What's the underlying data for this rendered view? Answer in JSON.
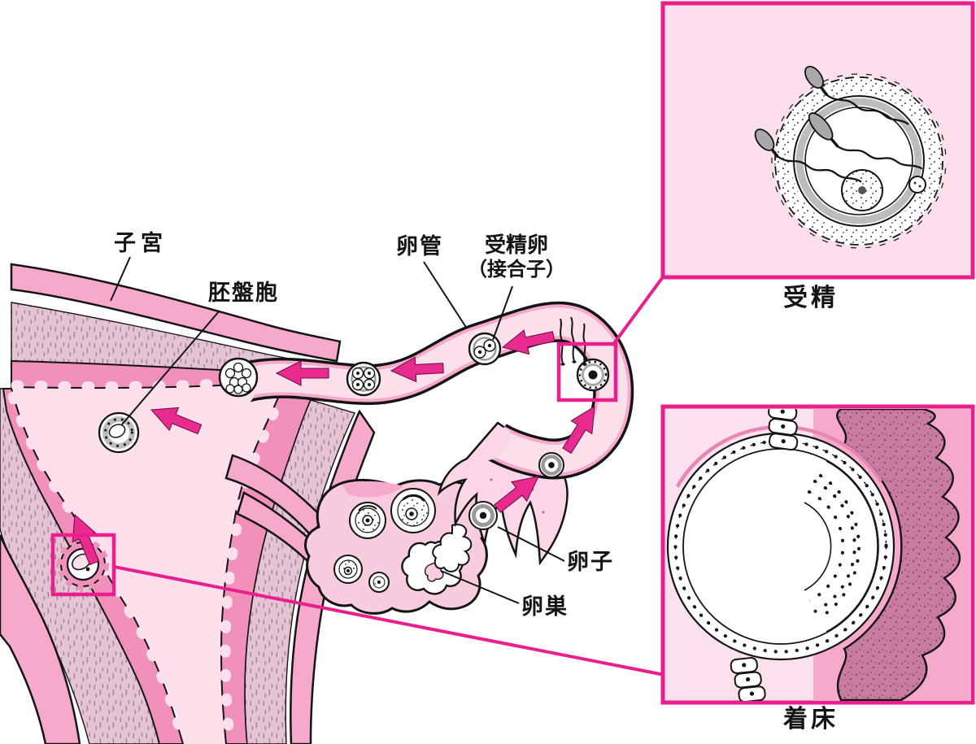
{
  "figure": {
    "language": "ja",
    "labels": {
      "uterus": "子宮",
      "blastocyst": "胚盤胞",
      "oviduct": "卵管",
      "fertilized_egg": "受精卵",
      "zygote_paren": "（接合子）",
      "ovum": "卵子",
      "ovary": "卵巣"
    },
    "inset_titles": {
      "fertilization": "受精",
      "implantation": "着床"
    },
    "colors": {
      "accent_magenta": "#EA1E8C",
      "arrow_magenta": "#E92A8F",
      "pale_pink_lumen": "#FBE0EC",
      "medium_pink_wall": "#F7A9CB",
      "endometrium_pink": "#F290BC",
      "mauve_myometrium": "#E4C4D4",
      "rose_decidua": "#C97CA0",
      "outline_black": "#141414"
    }
  }
}
